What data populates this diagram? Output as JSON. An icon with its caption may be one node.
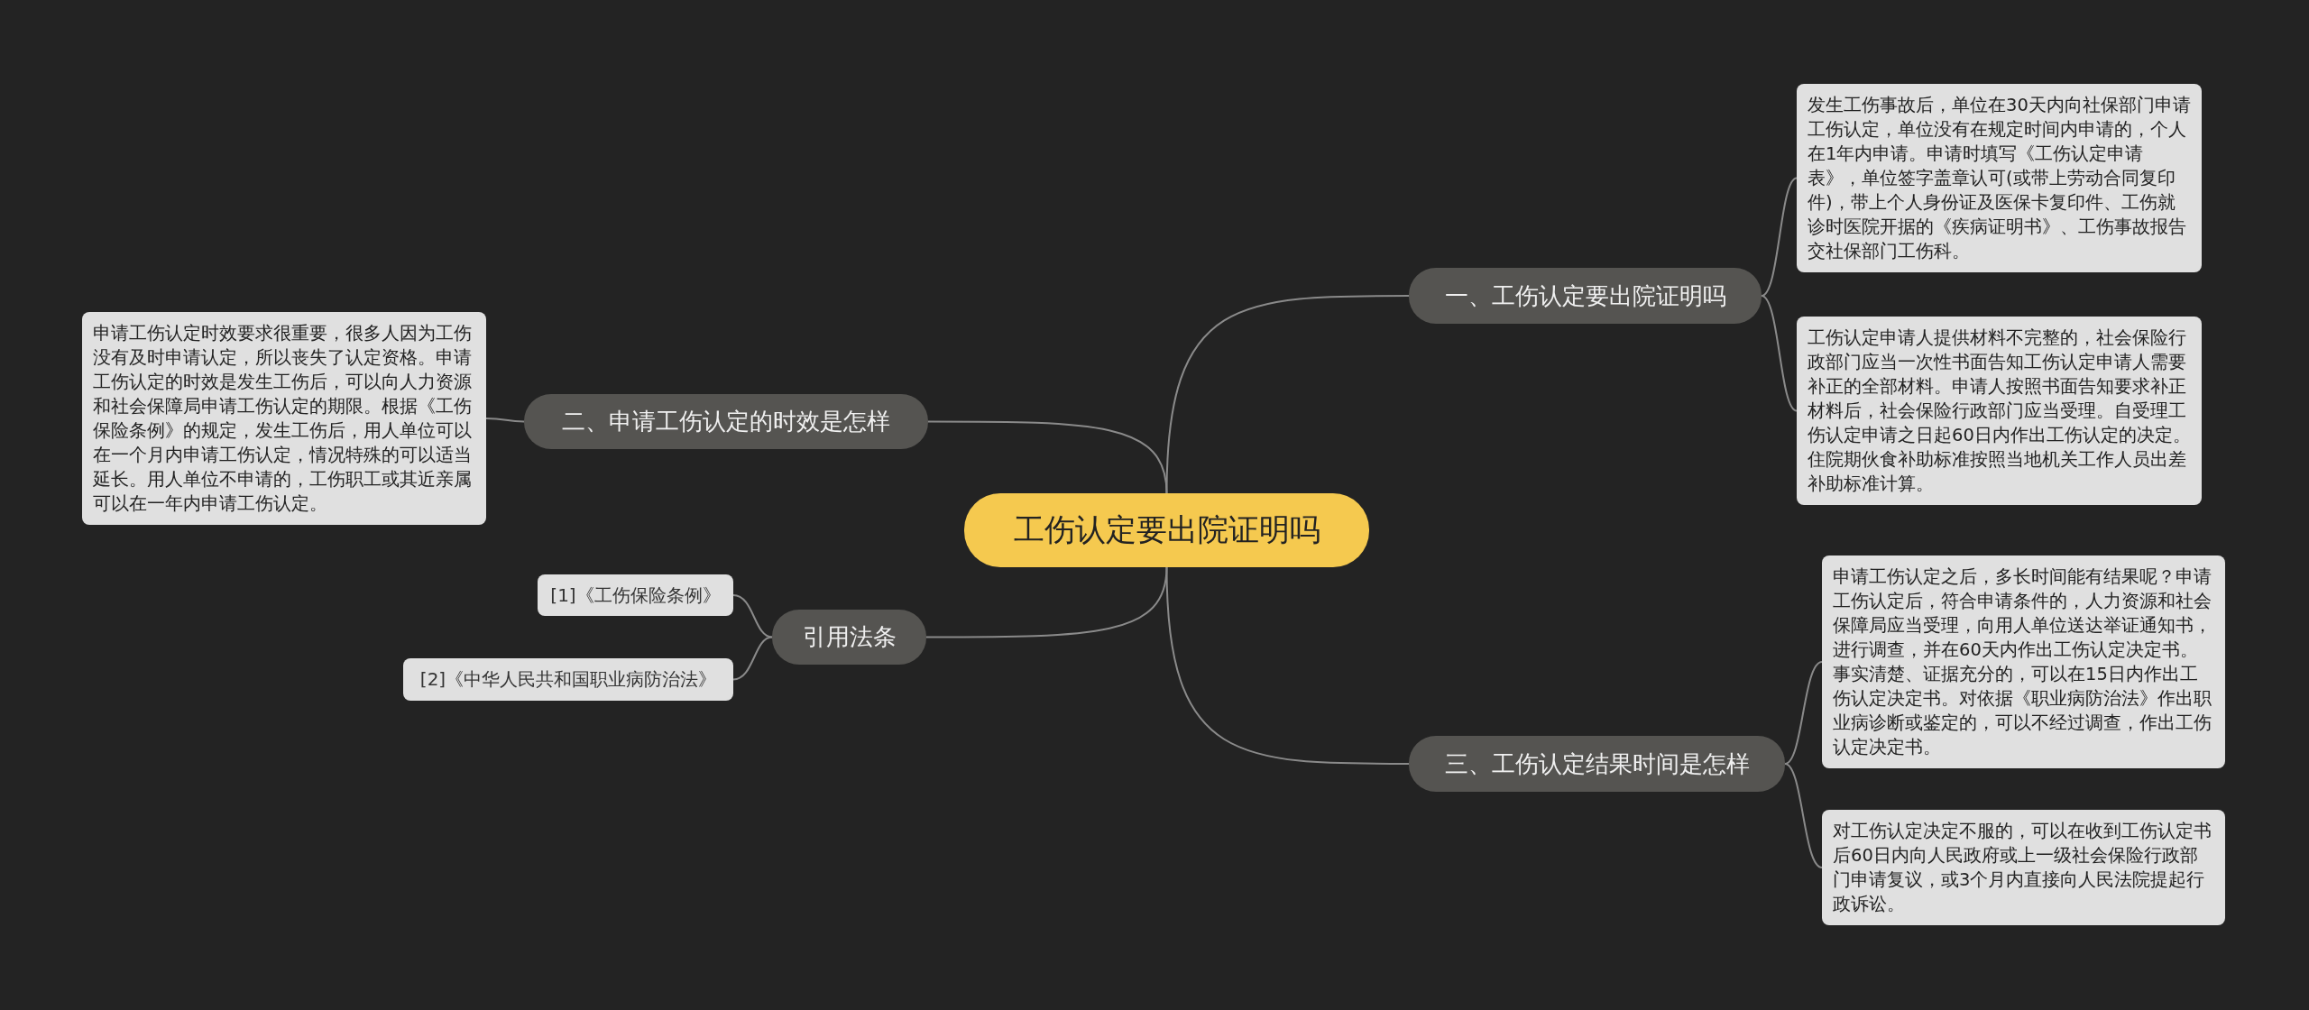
{
  "diagram": {
    "nodes": [
      {
        "text": [
          "工伤认定要出院证明吗"
        ]
      },
      {
        "text": [
          "一、工伤认定要出院证明吗"
        ]
      },
      {
        "text": [
          "发生工伤事故后，单位在30天内向社保部门申请工伤认定，单位没有在规定时间内申请的，个人在1年内申请。申请时填写《工伤认定申请表》，单位签字盖章认可(或带上劳动合同复印件)，带上个人身份证及医保卡复印件、工伤就诊时医院开据的《疾病证明书》、工伤事故报告交社保部门工伤科。"
        ]
      },
      {
        "text": [
          "工伤认定申请人提供材料不完整的，社会保险行政部门应当一次性书面告知工伤认定申请人需要补正的全部材料。申请人按照书面告知要求补正材料后，社会保险行政部门应当受理。自受理工伤认定申请之日起60日内作出工伤认定的决定。住院期伙食补助标准按照当地机关工作人员出差补助标准计算。"
        ]
      },
      {
        "text": [
          "二、申请工伤认定的时效是怎样"
        ]
      },
      {
        "text": [
          "申请工伤认定时效要求很重要，很多人因为工伤没有及时申请认定，所以丧失了认定资格。申请工伤认定的时效是发生工伤后，可以向人力资源和社会保障局申请工伤认定的期限。根据《工伤保险条例》的规定，发生工伤后，用人单位可以在一个月内申请工伤认定，情况特殊的可以适当延长。用人单位不申请的，工伤职工或其近亲属可以在一年内申请工伤认定。"
        ]
      },
      {
        "text": [
          "引用法条"
        ]
      },
      {
        "text": [
          "[1]《工伤保险条例》"
        ]
      },
      {
        "text": [
          "[2]《中华人民共和国职业病防治法》"
        ]
      },
      {
        "text": [
          "三、工伤认定结果时间是怎样"
        ]
      },
      {
        "text": [
          "申请工伤认定之后，多长时间能有结果呢？申请工伤认定后，符合申请条件的，人力资源和社会保障局应当受理，向用人单位送达举证通知书，进行调查，并在60天内作出工伤认定决定书。事实清楚、证据充分的，可以在15日内作出工伤认定决定书。对依据《职业病防治法》作出职业病诊断或鉴定的，可以不经过调查，作出工伤认定决定书。"
        ]
      },
      {
        "text": [
          "对工伤认定决定不服的，可以在收到工伤认定书后60日内向人民政府或上一级社会保险行政部门申请复议，或3个月内直接向人民法院提起行政诉讼。"
        ]
      }
    ],
    "edges": [
      {
        "from": 0,
        "to": 1,
        "arrow": "none"
      },
      {
        "from": 1,
        "to": 2,
        "arrow": "none"
      },
      {
        "from": 1,
        "to": 3,
        "arrow": "none"
      },
      {
        "from": 0,
        "to": 4,
        "arrow": "none"
      },
      {
        "from": 4,
        "to": 5,
        "arrow": "none"
      },
      {
        "from": 0,
        "to": 6,
        "arrow": "none"
      },
      {
        "from": 6,
        "to": 7,
        "arrow": "none"
      },
      {
        "from": 6,
        "to": 8,
        "arrow": "none"
      },
      {
        "from": 0,
        "to": 9,
        "arrow": "none"
      },
      {
        "from": 9,
        "to": 10,
        "arrow": "none"
      },
      {
        "from": 9,
        "to": 11,
        "arrow": "none"
      }
    ]
  }
}
